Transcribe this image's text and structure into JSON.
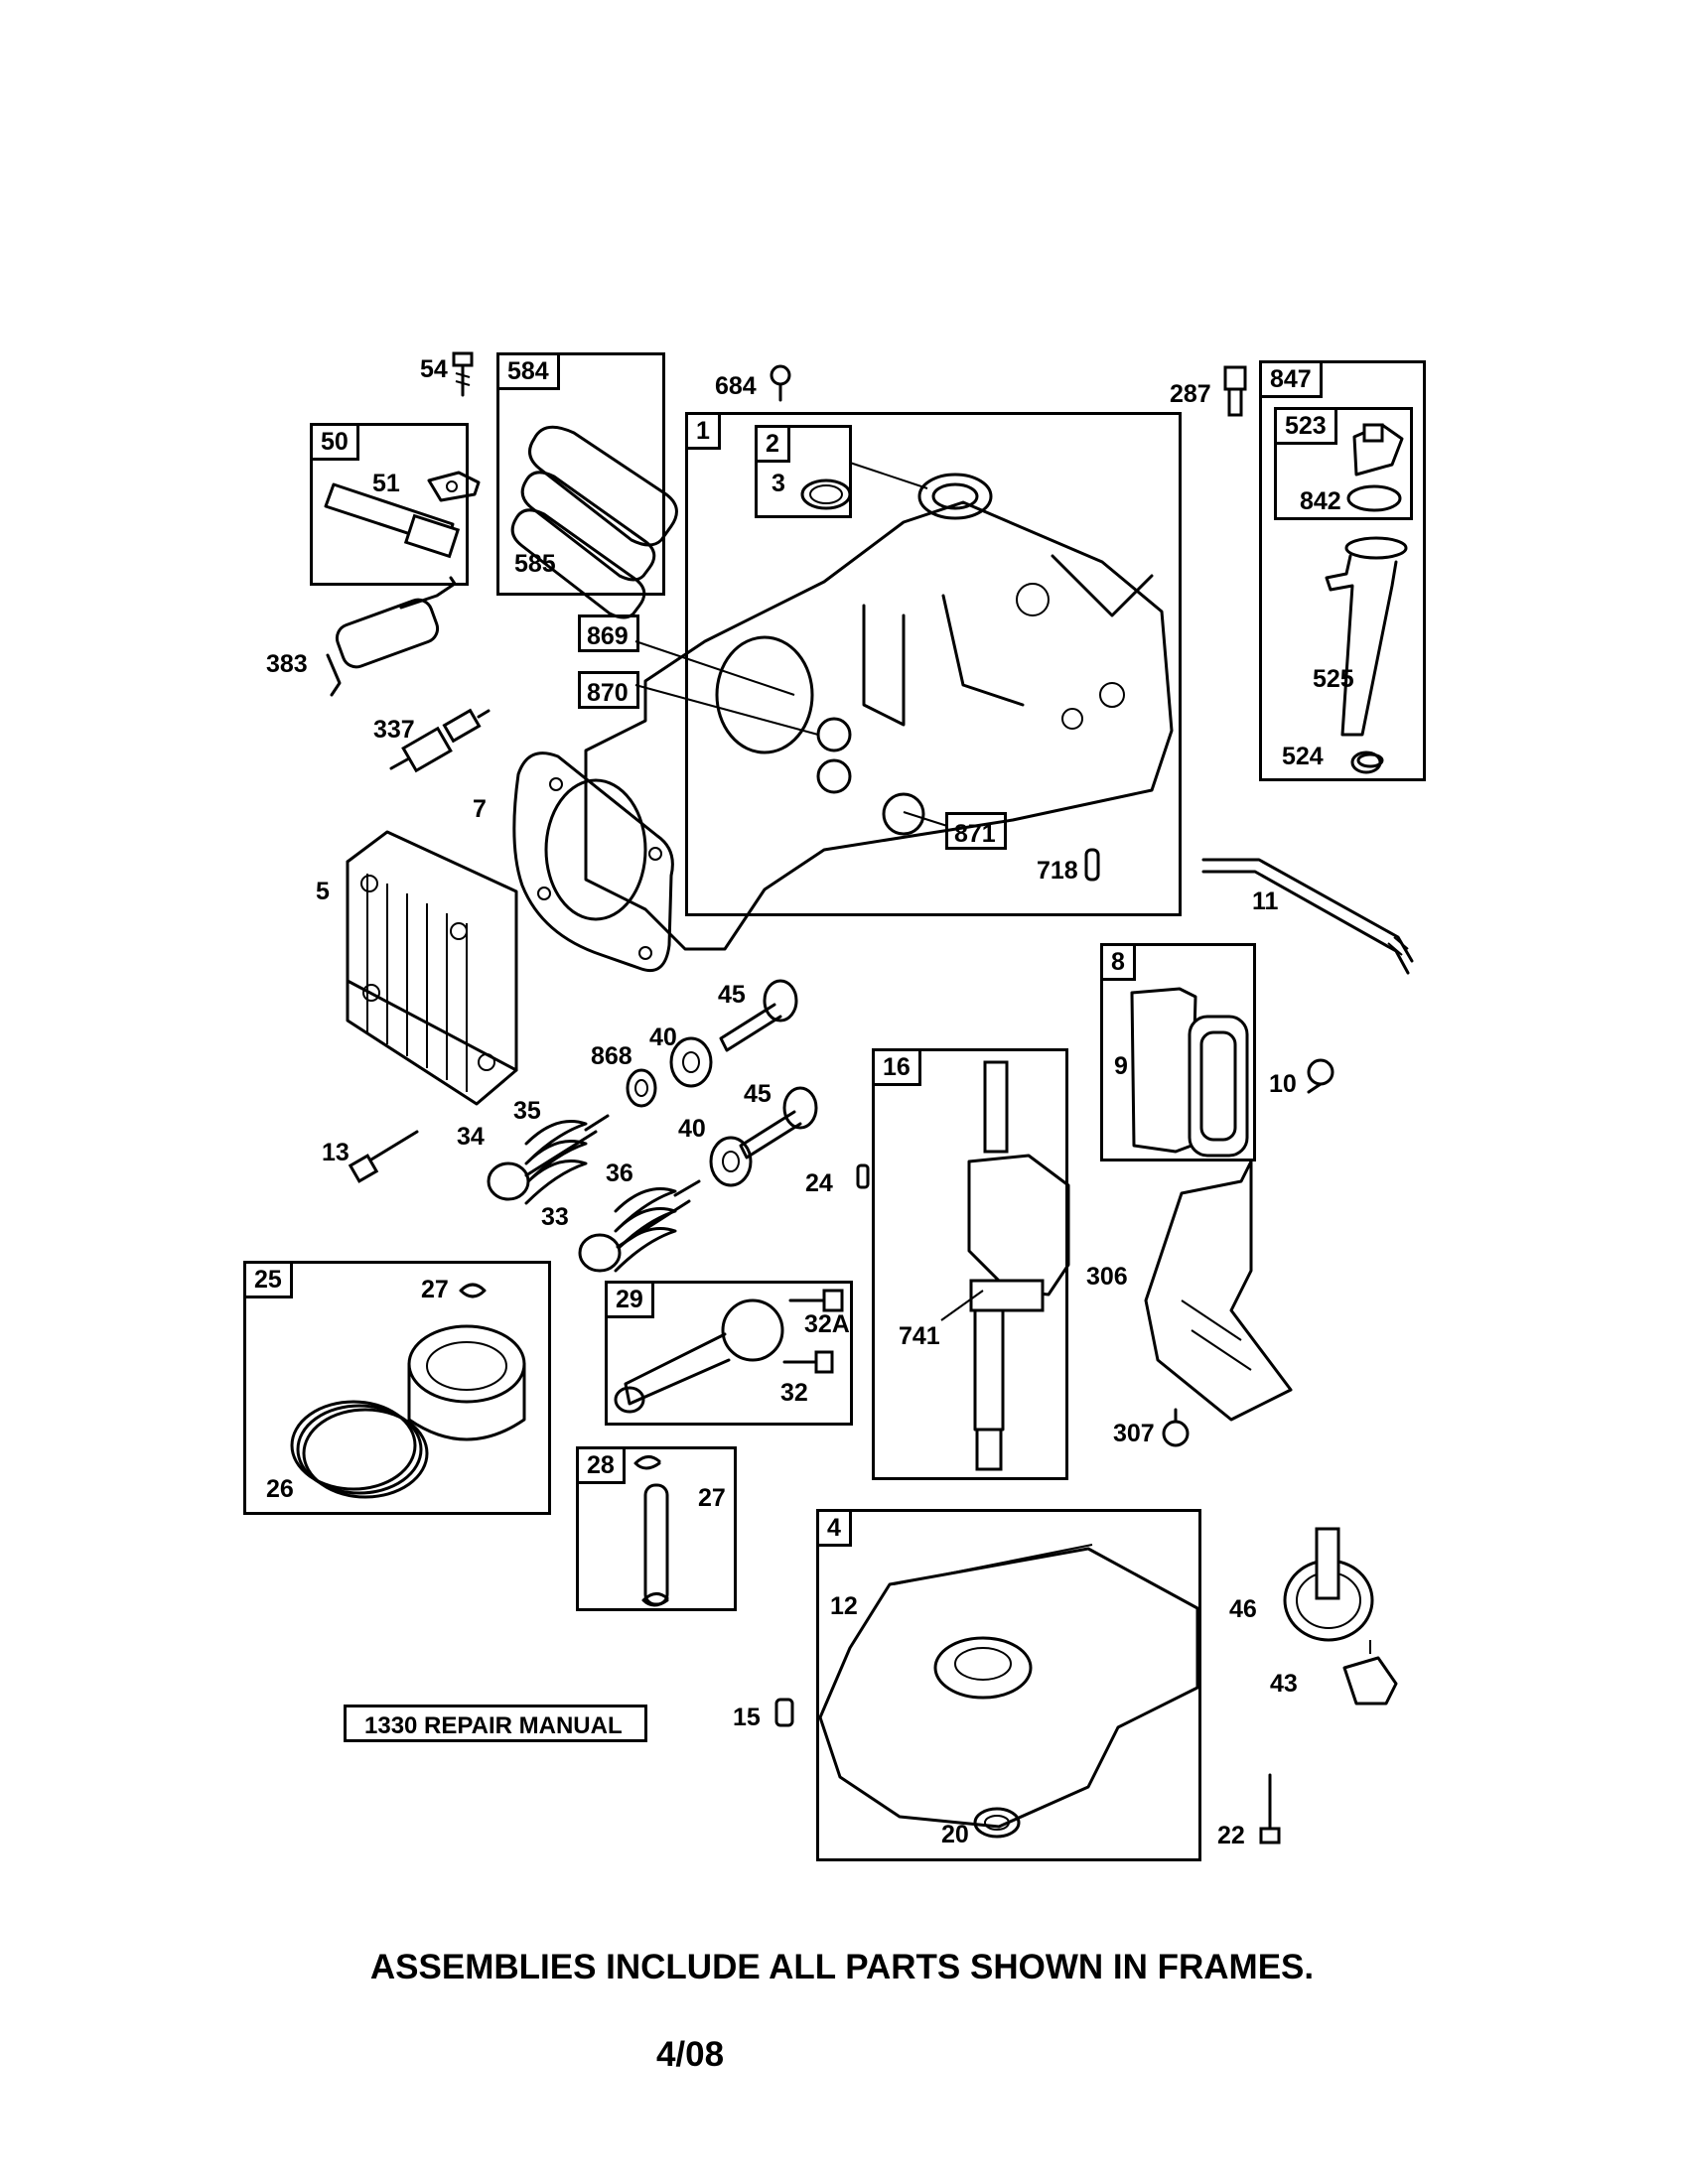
{
  "frames": [
    {
      "id": "50"
    },
    {
      "id": "584"
    },
    {
      "id": "1"
    },
    {
      "id": "2"
    },
    {
      "id": "847"
    },
    {
      "id": "523"
    },
    {
      "id": "8"
    },
    {
      "id": "16"
    },
    {
      "id": "25"
    },
    {
      "id": "29"
    },
    {
      "id": "28"
    },
    {
      "id": "4"
    }
  ],
  "boxed_labels": {
    "l869": "869",
    "l870": "870",
    "l871": "871"
  },
  "labels": {
    "l54": "54",
    "l684": "684",
    "l287": "287",
    "l51": "51",
    "l585": "585",
    "l3": "3",
    "l842": "842",
    "l383": "383",
    "l525": "525",
    "l337": "337",
    "l524": "524",
    "l7": "7",
    "l718": "718",
    "l5": "5",
    "l11": "11",
    "l45a": "45",
    "l40a": "40",
    "l868": "868",
    "l9": "9",
    "l10": "10",
    "l45b": "45",
    "l35": "35",
    "l34": "34",
    "l40b": "40",
    "l13": "13",
    "l36": "36",
    "l24": "24",
    "l33": "33",
    "l306": "306",
    "l27a": "27",
    "l32A": "32A",
    "l741": "741",
    "l32": "32",
    "l307": "307",
    "l26": "26",
    "l27b": "27",
    "l12": "12",
    "l46": "46",
    "l43": "43",
    "l15": "15",
    "l20": "20",
    "l22": "22"
  },
  "manual_label": "1330 REPAIR MANUAL",
  "footer_note": "ASSEMBLIES INCLUDE ALL PARTS SHOWN IN FRAMES.",
  "date_code": "4/08"
}
